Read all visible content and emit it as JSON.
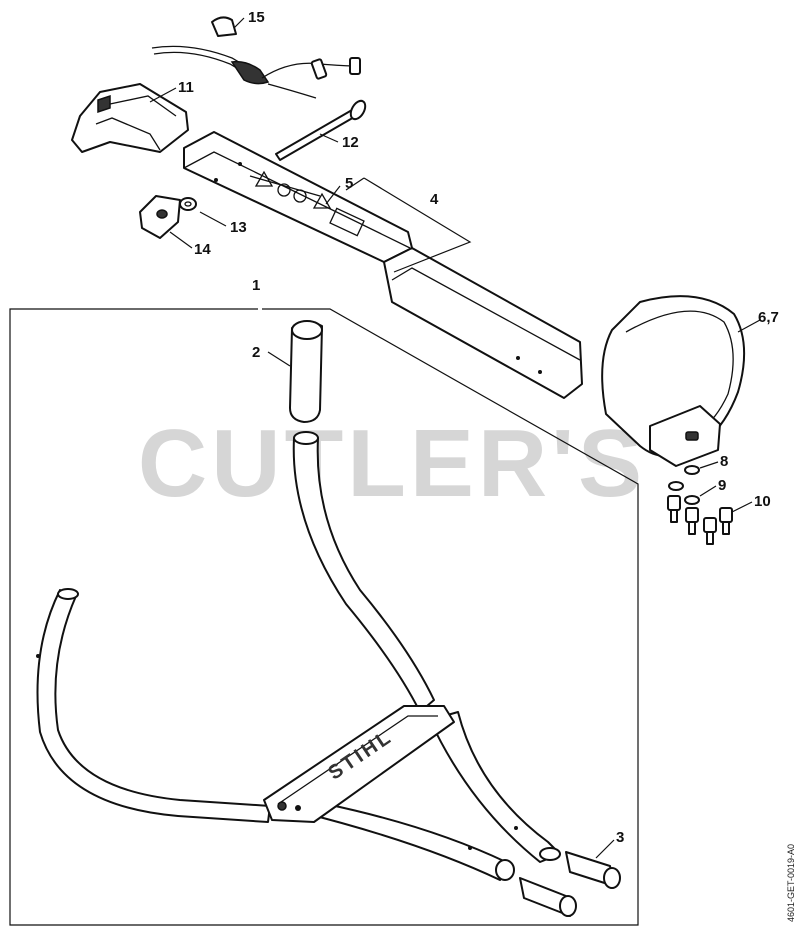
{
  "watermark": "CUTLER'S",
  "brand_mark": "STIHL",
  "drawing_code": "4601-GET-0019-A0",
  "callouts": [
    {
      "id": "15",
      "text": "15"
    },
    {
      "id": "11",
      "text": "11"
    },
    {
      "id": "12",
      "text": "12"
    },
    {
      "id": "5",
      "text": "5"
    },
    {
      "id": "4",
      "text": "4"
    },
    {
      "id": "13",
      "text": "13"
    },
    {
      "id": "14",
      "text": "14"
    },
    {
      "id": "1",
      "text": "1"
    },
    {
      "id": "2",
      "text": "2"
    },
    {
      "id": "6,7",
      "text": "6,7"
    },
    {
      "id": "8",
      "text": "8"
    },
    {
      "id": "9",
      "text": "9"
    },
    {
      "id": "10",
      "text": "10"
    },
    {
      "id": "3",
      "text": "3"
    }
  ]
}
